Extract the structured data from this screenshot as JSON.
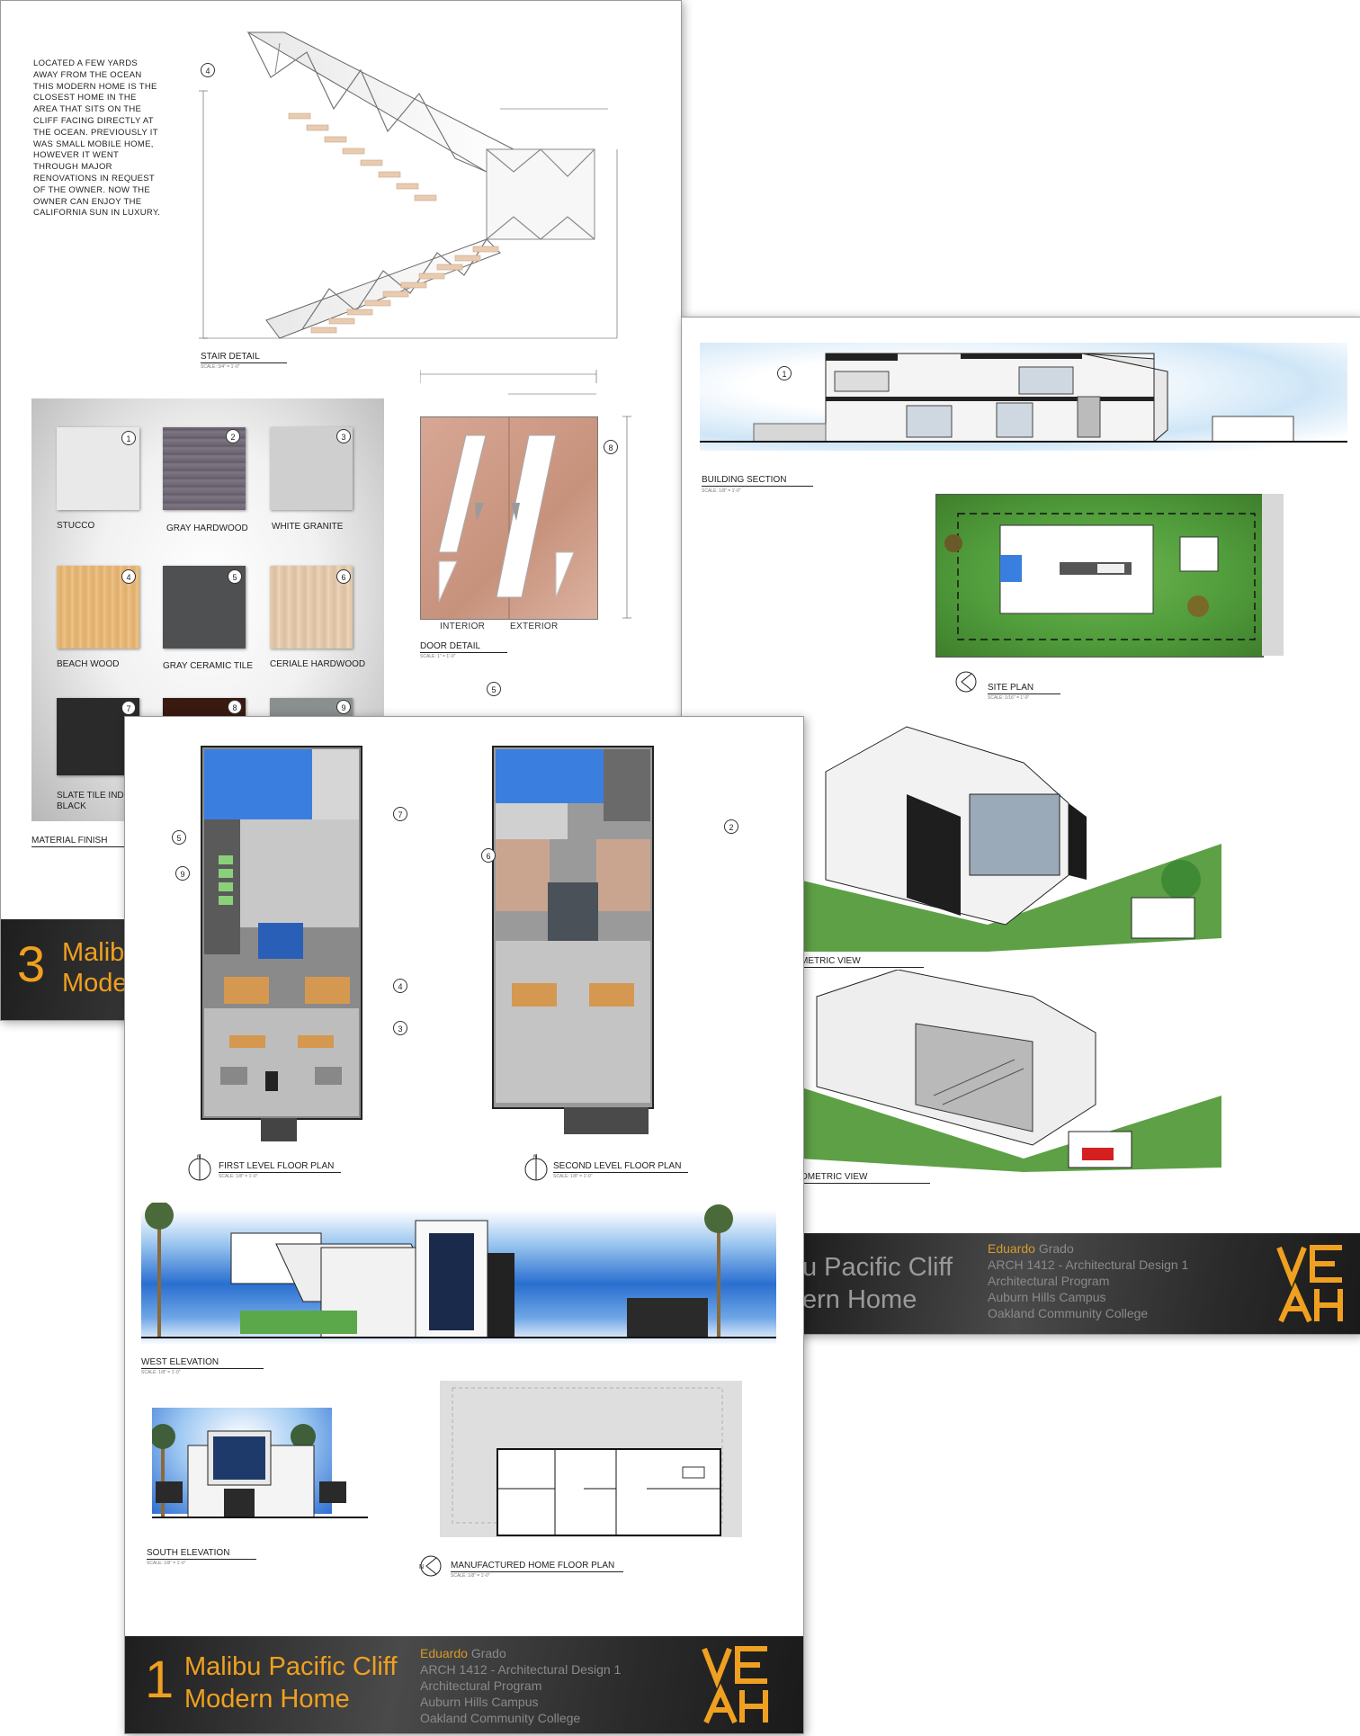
{
  "sheet3": {
    "description_text": "LOCATED A FEW YARDS\nAWAY FROM THE OCEAN\nTHIS MODERN HOME IS THE\nCLOSEST HOME IN THE\nAREA THAT SITS ON THE\nCLIFF FACING DIRECTLY AT\nTHE OCEAN. PREVIOUSLY IT\nWAS SMALL MOBILE HOME,\nHOWEVER IT WENT\nTHROUGH MAJOR\nRENOVATIONS IN REQUEST\nOF THE OWNER. NOW THE\nOWNER CAN ENJOY THE\nCALIFORNIA SUN IN LUXURY.",
    "stair_detail_title": "STAIR DETAIL",
    "door_detail_title": "DOOR DETAIL",
    "material_finish_title": "MATERIAL FINISH",
    "door_labels": {
      "interior": "INTERIOR",
      "exterior": "EXTERIOR"
    },
    "callouts": {
      "stair": "4",
      "door": "8",
      "detail5": "5"
    },
    "materials": [
      {
        "num": "1",
        "label": "STUCCO"
      },
      {
        "num": "2",
        "label": "GRAY HARDWOOD"
      },
      {
        "num": "3",
        "label": "WHITE GRANITE"
      },
      {
        "num": "4",
        "label": "BEACH WOOD"
      },
      {
        "num": "5",
        "label": "GRAY CERAMIC TILE"
      },
      {
        "num": "6",
        "label": "CERIALE HARDWOOD"
      },
      {
        "num": "7",
        "label": "SLATE TILE INDIG BLACK"
      },
      {
        "num": "8",
        "label": ""
      },
      {
        "num": "9",
        "label": ""
      }
    ],
    "titlebar": {
      "number": "3",
      "line1": "Malib",
      "line2": "Mode"
    }
  },
  "sheet2": {
    "building_section_title": "BUILDING SECTION",
    "site_plan_title": "SITE PLAN",
    "iso1_title": "METRIC VIEW",
    "iso2_title": "OMETRIC VIEW",
    "callout_section": "1",
    "titlebar": {
      "line1": "u Pacific Cliff",
      "line2": "ern Home",
      "credit_first": "Eduardo",
      "credit_last": " Grado",
      "credit_lines": [
        "ARCH 1412 - Architectural Design 1",
        "Architectural Program",
        "Auburn Hills Campus",
        "Oakland Community College"
      ]
    }
  },
  "sheet1": {
    "first_floor_title": "FIRST LEVEL FLOOR PLAN",
    "second_floor_title": "SECOND LEVEL FLOOR PLAN",
    "west_elevation_title": "WEST ELEVATION",
    "south_elevation_title": "SOUTH ELEVATION",
    "manufactured_title": "MANUFACTURED HOME FLOOR PLAN",
    "callouts_first": [
      "5",
      "9",
      "7",
      "4",
      "3"
    ],
    "callouts_second": [
      "6",
      "2"
    ],
    "titlebar": {
      "number": "1",
      "line1": "Malibu Pacific Cliff",
      "line2": "Modern Home",
      "credit_first": "Eduardo",
      "credit_last": " Grado",
      "credit_lines": [
        "ARCH 1412 - Architectural Design 1",
        "Architectural Program",
        "Auburn Hills Campus",
        "Oakland Community College"
      ]
    }
  },
  "colors": {
    "accent": "#f0a020",
    "titlebar_dark": "#2a2a2a",
    "grass": "#4f9a3a",
    "sky": "#2a6fd0",
    "pool": "#3a7fe0"
  }
}
